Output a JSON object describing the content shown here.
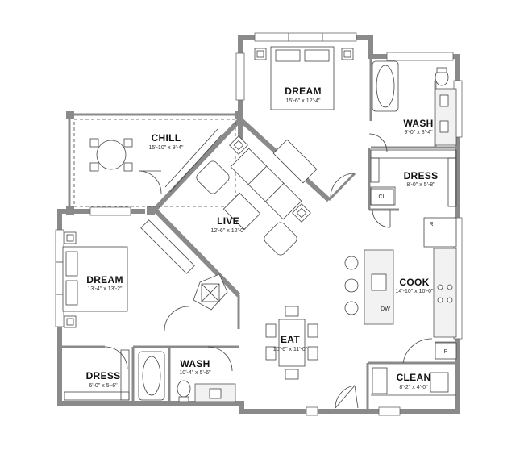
{
  "rooms": {
    "dream_main": {
      "name": "DREAM",
      "dim": "15'-6\" x 12'-4\""
    },
    "wash_main": {
      "name": "WASH",
      "dim": "9'-0\" x 8'-4\""
    },
    "dress_main": {
      "name": "DRESS",
      "dim": "8'-0\" x 5'-8\""
    },
    "chill": {
      "name": "CHILL",
      "dim": "15'-10\" x 9'-4\""
    },
    "live": {
      "name": "LIVE",
      "dim": "12'-6\" x 12'-0\""
    },
    "dream_2": {
      "name": "DREAM",
      "dim": "13'-4\" x 13'-2\""
    },
    "cook": {
      "name": "COOK",
      "dim": "14'-10\" x 10'-0\""
    },
    "eat": {
      "name": "EAT",
      "dim": "10'-6\" x 11'-0\""
    },
    "dress_2": {
      "name": "DRESS",
      "dim": "6'-0\" x 5'-6\""
    },
    "wash_2": {
      "name": "WASH",
      "dim": "10'-4\" x 5'-6\""
    },
    "clean": {
      "name": "CLEAN",
      "dim": "8'-2\" x 4'-0\""
    }
  },
  "fixtures": {
    "closet": "CL",
    "refrigerator": "R",
    "dishwasher": "DW",
    "pantry": "P"
  },
  "colors": {
    "wall": "#8a8a8a",
    "line": "#444444",
    "background": "#ffffff"
  }
}
